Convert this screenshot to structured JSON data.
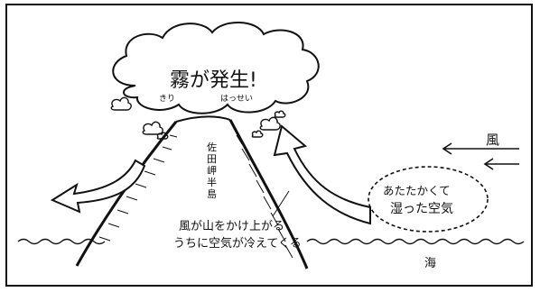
{
  "cloud": {
    "title": "霧が発生!",
    "ruby_kiri": "きり",
    "ruby_hassei": "はっせい"
  },
  "peninsula_label": [
    "佐",
    "田",
    "岬",
    "半",
    "島"
  ],
  "wind_label": "風",
  "air_bubble": {
    "line1": "あたたかくて",
    "line2": "湿った空気"
  },
  "explanation": {
    "line1": "風が山をかけ上がる",
    "line2": "うちに空気が冷えてくる"
  },
  "sea_label": "海"
}
